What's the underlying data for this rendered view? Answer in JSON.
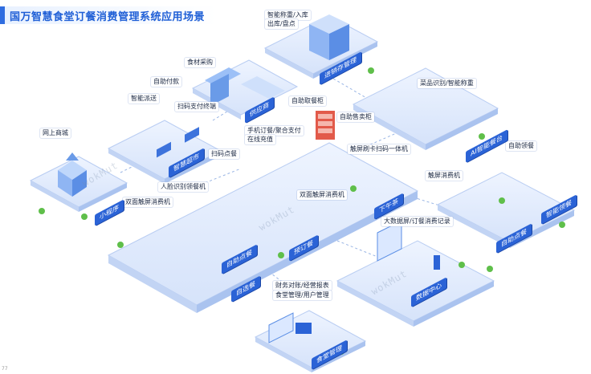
{
  "title": "国万智慧食堂订餐消费管理系统应用场景",
  "colors": {
    "accent": "#2f6de0",
    "platform": "#dfe9fb",
    "platform_edge": "#b9cdf2",
    "plate": "#2b63d6"
  },
  "zones": [
    {
      "id": "jinxiaocun",
      "name": "进销存管理",
      "callouts": [
        "智能称重/入库",
        "出库/盘点"
      ]
    },
    {
      "id": "gongyingshang",
      "name": "供应商",
      "callouts": [
        "食材采购"
      ]
    },
    {
      "id": "zhihui-chaoshi",
      "name": "智慧超市",
      "callouts": [
        "自助付款",
        "智能派送",
        "扫码支付终端"
      ]
    },
    {
      "id": "xiaochengxu",
      "name": "小程序",
      "callouts": [
        "网上商城"
      ]
    },
    {
      "id": "ai-canting",
      "name": "AI智能餐台",
      "callouts": [
        "菜品识别/智能称重"
      ]
    },
    {
      "id": "xiawucha",
      "name": "下午茶",
      "callouts": [
        "自助取餐柜",
        "手机订餐/聚合支付",
        "在线充值",
        "自助售卖柜",
        "触屏刷卡扫码一体机"
      ]
    },
    {
      "id": "zizhu-diancan",
      "name": "自助点餐",
      "callouts": [
        "扫码点餐",
        "人脸识别领餐机"
      ]
    },
    {
      "id": "zhineng-lingcan",
      "name": "智能领餐",
      "callouts": [
        "自助领餐"
      ]
    },
    {
      "id": "zizhu-diancan-2",
      "name": "自助点餐",
      "callouts": [
        "触屏消费机"
      ]
    },
    {
      "id": "zixuancan",
      "name": "自选餐",
      "callouts": [
        "双面触屏消费机"
      ]
    },
    {
      "id": "yudingcan",
      "name": "预订餐",
      "callouts": [
        "双面触屏消费机"
      ]
    },
    {
      "id": "shuju-zhongxin",
      "name": "数据中心",
      "callouts": [
        "大数据屏/订餐消费记录"
      ]
    },
    {
      "id": "shitang-guanli",
      "name": "食堂管理",
      "callouts": [
        "财务对账/经营报表",
        "食堂管理/用户管理"
      ]
    }
  ],
  "watermark": "wokMut",
  "corner_note": "77"
}
